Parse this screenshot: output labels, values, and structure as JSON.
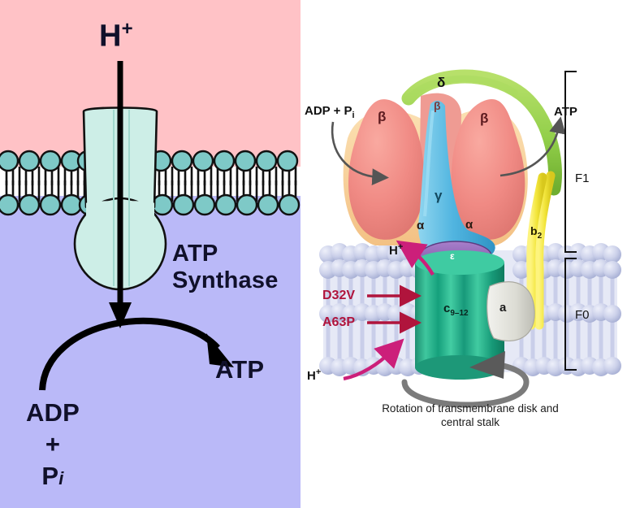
{
  "figure": {
    "title": "ATP synthase structure and proton-driven ATP synthesis",
    "panels": [
      "simplified-membrane-schematic",
      "detailed-f1f0-structure"
    ]
  },
  "left_panel": {
    "compartment_top_color": "#ffc2c6",
    "compartment_bottom_color": "#bab9f8",
    "membrane_head_color": "#7ec9c7",
    "enzyme_body_color": "#cdeee7",
    "proton_label": "H",
    "proton_charge": "+",
    "enzyme_label_line1": "ATP",
    "enzyme_label_line2": "Synthase",
    "product_label": "ATP",
    "substrate_line1": "ADP",
    "substrate_line2": "+",
    "substrate_line3_main": "P",
    "substrate_line3_sub": "i"
  },
  "right_panel": {
    "substrate_label": "ADP + P",
    "substrate_sub": "i",
    "product_label": "ATP",
    "subunits": {
      "delta": "δ",
      "beta_left": "β",
      "beta_middle": "β",
      "beta_right": "β",
      "gamma": "γ",
      "alpha_left": "α",
      "alpha_right": "α",
      "epsilon": "ε",
      "b2_main": "b",
      "b2_sub": "2",
      "c_main": "c",
      "c_sub": "9–12",
      "a": "a"
    },
    "proton_top": "H",
    "proton_top_charge": "+",
    "proton_bottom": "H",
    "proton_bottom_charge": "+",
    "brackets": {
      "f1": "F1",
      "f0": "F0"
    },
    "mutations": [
      {
        "name": "D32V",
        "color": "#b0143c"
      },
      {
        "name": "A63P",
        "color": "#b0143c"
      }
    ],
    "rotation_caption": "Rotation of transmembrane disk and central stalk",
    "colors": {
      "beta_subunit": "#f08a84",
      "alpha_subunit": "#f5c98f",
      "gamma_stalk": "#52b6e0",
      "delta_rod": "#92cf4a",
      "b2_stator": "#f2e53a",
      "epsilon_cap": "#8a62b0",
      "c_ring": "#27b08a",
      "a_subunit": "#dcdcd6",
      "membrane": "#c3c8e6",
      "proton_arrow": "#cc1f7a"
    }
  }
}
